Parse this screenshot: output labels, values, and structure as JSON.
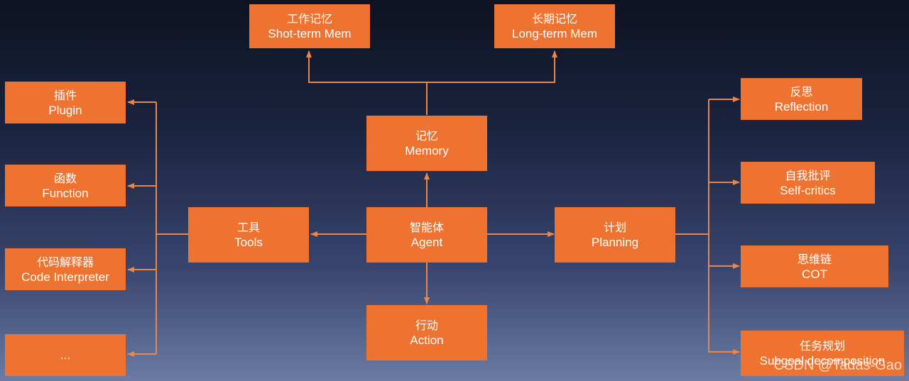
{
  "accent_color": "#ee7330",
  "line_color": "#e8874a",
  "nodes": {
    "agent": {
      "zh": "智能体",
      "en": "Agent"
    },
    "memory": {
      "zh": "记忆",
      "en": "Memory"
    },
    "short_mem": {
      "zh": "工作记忆",
      "en": "Shot-term Mem"
    },
    "long_mem": {
      "zh": "长期记忆",
      "en": "Long-term Mem"
    },
    "tools": {
      "zh": "工具",
      "en": "Tools"
    },
    "plugin": {
      "zh": "插件",
      "en": "Plugin"
    },
    "function": {
      "zh": "函数",
      "en": "Function"
    },
    "code": {
      "zh": "代码解释器",
      "en": "Code Interpreter"
    },
    "more": {
      "zh": "",
      "en": "..."
    },
    "action": {
      "zh": "行动",
      "en": "Action"
    },
    "planning": {
      "zh": "计划",
      "en": "Planning"
    },
    "reflection": {
      "zh": "反思",
      "en": "Reflection"
    },
    "selfcritics": {
      "zh": "自我批评",
      "en": "Self-critics"
    },
    "cot": {
      "zh": "思维链",
      "en": "COT"
    },
    "subgoal": {
      "zh": "任务规划",
      "en": "Subgoal decomposition"
    }
  },
  "watermark": "CSDN @Tadas-Gao"
}
